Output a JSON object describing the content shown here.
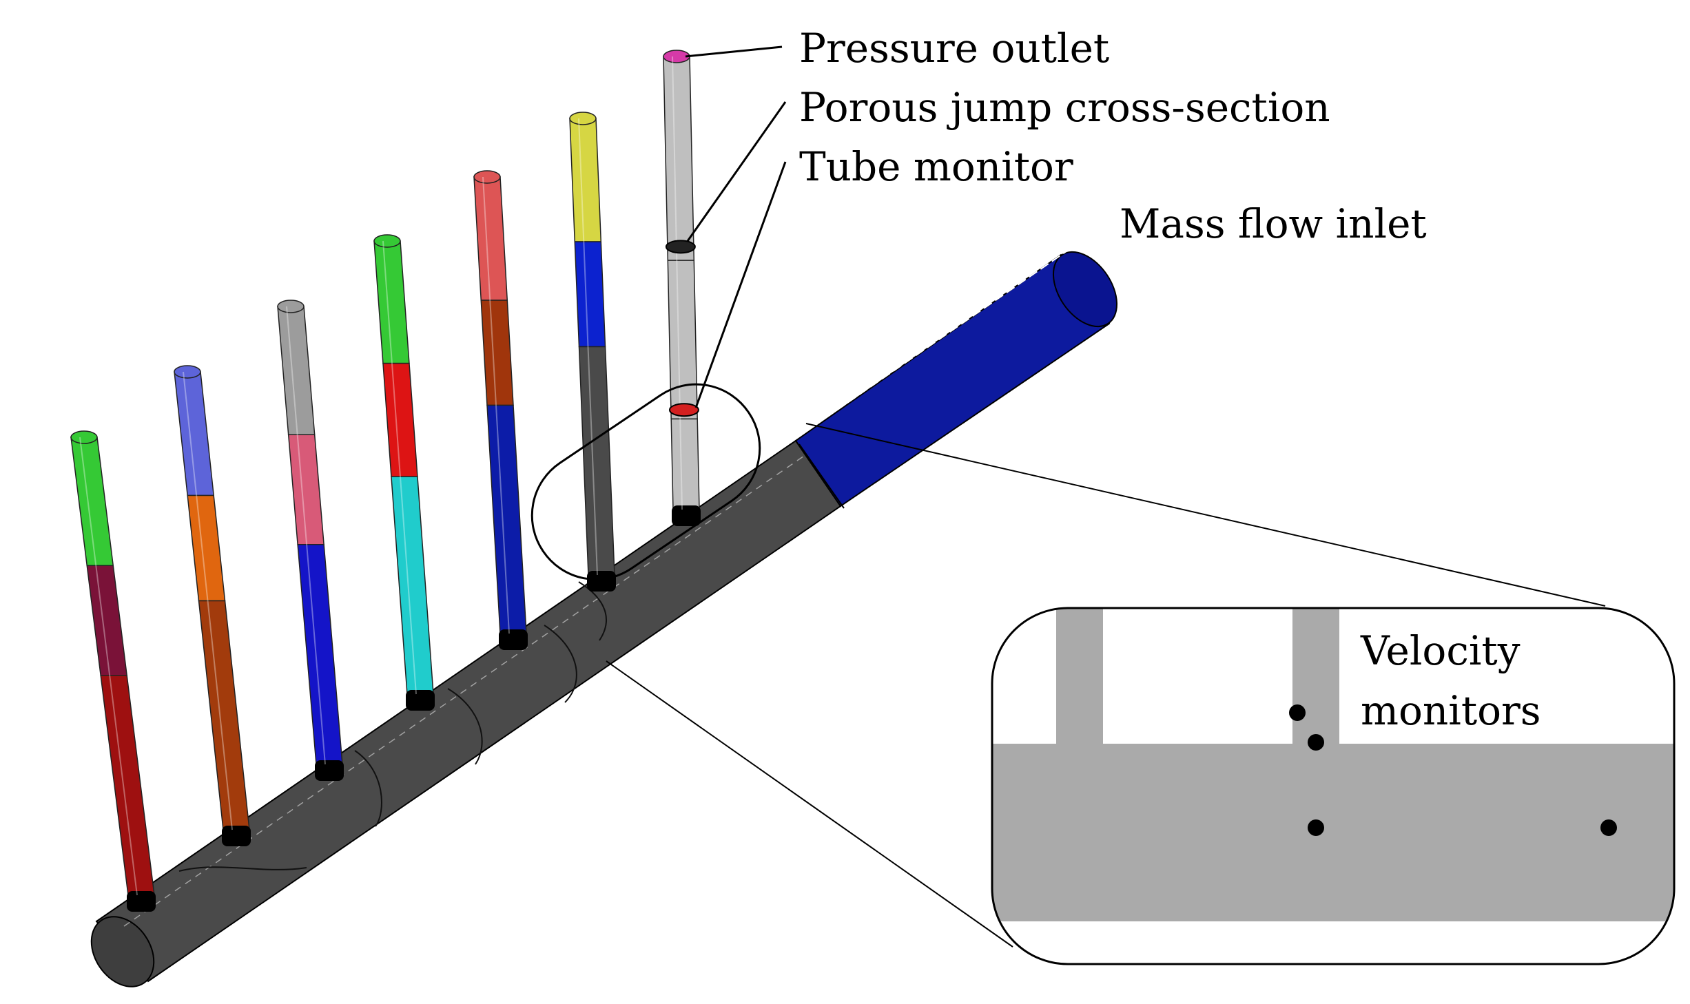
{
  "labels": {
    "pressure_outlet": "Pressure outlet",
    "porous_jump": "Porous jump cross-section",
    "tube_monitor": "Tube monitor",
    "mass_flow_inlet": "Mass flow inlet",
    "velocity_line1": "Velocity",
    "velocity_line2": "monitors"
  },
  "colors": {
    "manifold": "#4a4a4a",
    "inlet": "#0d1a9e",
    "inset_fill": "#aaaaaa",
    "callout_lines": "#000000",
    "outlet_cap": "#d63aa8",
    "porous_jump_ring": "#222222",
    "tube_monitor_ring": "#d42020"
  },
  "tube_colors": [
    [
      "#35c935",
      "#7a1238",
      "#9e1010"
    ],
    [
      "#5d64d9",
      "#e0660f",
      "#a23b0c"
    ],
    [
      "#9c9c9c",
      "#d85a78",
      "#1414c8"
    ],
    [
      "#35c935",
      "#dd1414",
      "#20cccc"
    ],
    [
      "#dd5555",
      "#a0350c",
      "#0c1ca8"
    ],
    [
      "#d6d643",
      "#0c22cf",
      "#4a4a4a"
    ],
    [
      "#bfbfbf",
      "#bfbfbf",
      "#bfbfbf"
    ]
  ]
}
